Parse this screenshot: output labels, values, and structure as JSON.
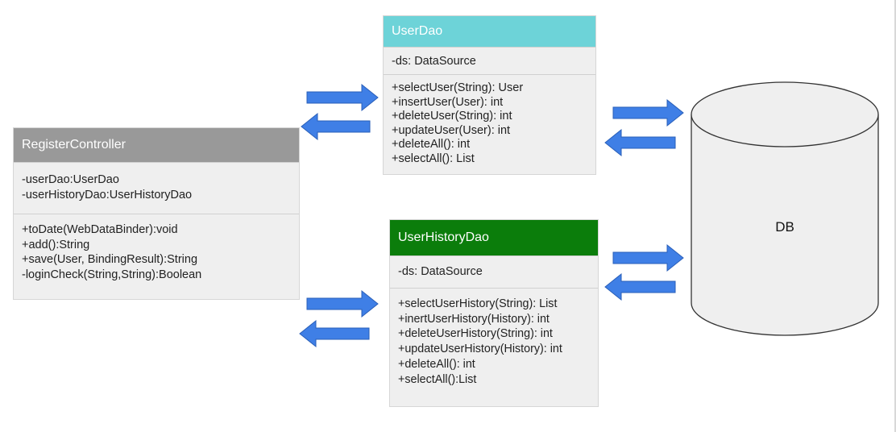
{
  "user_dao": {
    "title": "UserDao",
    "attributes": [
      "-ds: DataSource"
    ],
    "operations": [
      "+selectUser(String): User",
      "+insertUser(User): int",
      "+deleteUser(String): int",
      "+updateUser(User): int",
      "+deleteAll(): int",
      "+selectAll(): List"
    ]
  },
  "register_controller": {
    "title": "RegisterController",
    "attributes": [
      "-userDao:UserDao",
      "-userHistoryDao:UserHistoryDao"
    ],
    "operations": [
      "+toDate(WebDataBinder):void",
      "+add():String",
      "+save(User, BindingResult):String",
      "-loginCheck(String,String):Boolean"
    ]
  },
  "user_history_dao": {
    "title": "UserHistoryDao",
    "attributes": [
      "-ds: DataSource"
    ],
    "operations": [
      "+selectUserHistory(String): List",
      "+inertUserHistory(History): int",
      "+deleteUserHistory(String): int",
      "+updateUserHistory(History): int",
      "+deleteAll(): int",
      "+selectAll():List"
    ]
  },
  "database": {
    "label": "DB"
  },
  "colors": {
    "user_dao_header": "#6dd3d8",
    "register_controller_header": "#999999",
    "user_history_dao_header": "#0b7d0b",
    "arrow_fill": "#3f7fe6",
    "arrow_stroke": "#2a5fb8"
  }
}
